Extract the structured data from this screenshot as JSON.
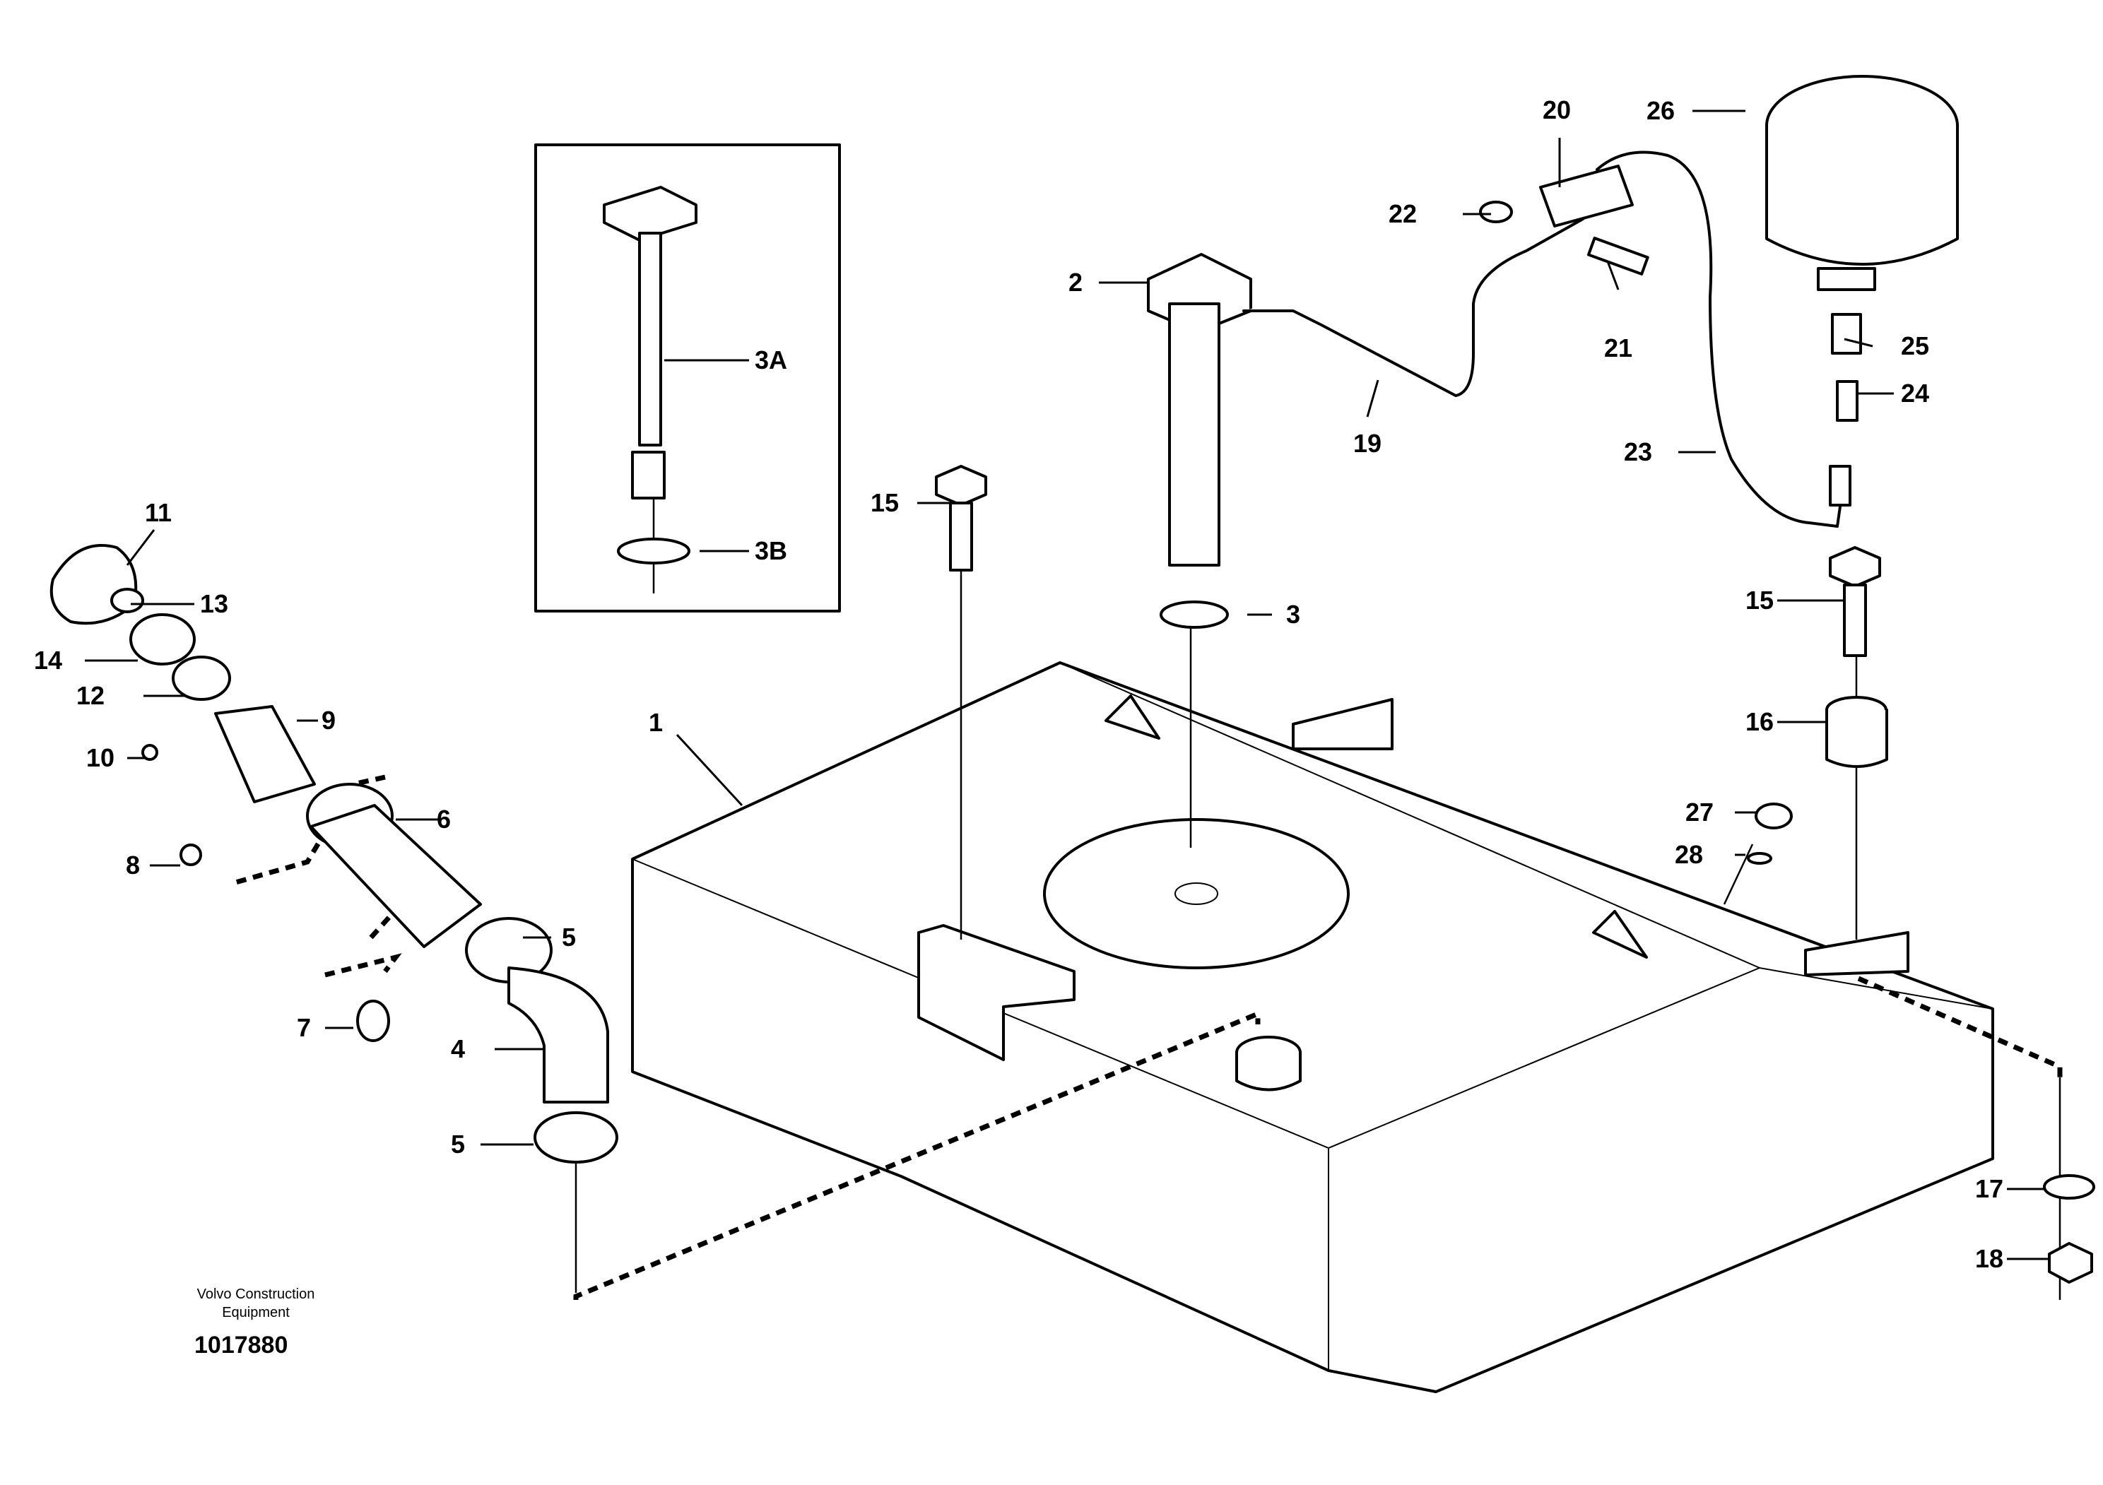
{
  "diagram": {
    "callouts": {
      "c1": "1",
      "c2": "2",
      "c3": "3",
      "c3a": "3A",
      "c3b": "3B",
      "c4": "4",
      "c5a": "5",
      "c5b": "5",
      "c6": "6",
      "c7": "7",
      "c8": "8",
      "c9": "9",
      "c10": "10",
      "c11": "11",
      "c12": "12",
      "c13": "13",
      "c14": "14",
      "c15a": "15",
      "c15b": "15",
      "c16": "16",
      "c17": "17",
      "c18": "18",
      "c19": "19",
      "c20": "20",
      "c21": "21",
      "c22": "22",
      "c23": "23",
      "c24": "24",
      "c25": "25",
      "c26": "26",
      "c27": "27",
      "c28": "28"
    },
    "footer": {
      "maker_line1": "Volvo Construction",
      "maker_line2": "Equipment",
      "drawing_number": "1017880"
    }
  }
}
